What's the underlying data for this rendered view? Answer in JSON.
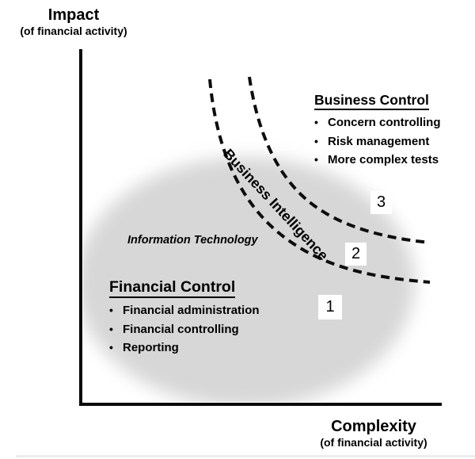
{
  "y_axis": {
    "title": "Impact",
    "subtitle": "(of financial activity)"
  },
  "x_axis": {
    "title": "Complexity",
    "subtitle": "(of financial activity)"
  },
  "regions": {
    "information_technology": "Information Technology",
    "business_intelligence": "Business Intelligence"
  },
  "business_control": {
    "title": "Business Control",
    "items": [
      "Concern controlling",
      "Risk management",
      "More complex tests"
    ]
  },
  "financial_control": {
    "title": "Financial Control",
    "items": [
      "Financial administration",
      "Financial controlling",
      "Reporting"
    ]
  },
  "zones": [
    "1",
    "2",
    "3"
  ],
  "bullet_char": "•",
  "colors": {
    "background": "#ffffff",
    "blob_fill": "#d7d7d7",
    "line": "#0d0d0d",
    "text": "#000000",
    "zone_box_bg": "#ffffff"
  }
}
